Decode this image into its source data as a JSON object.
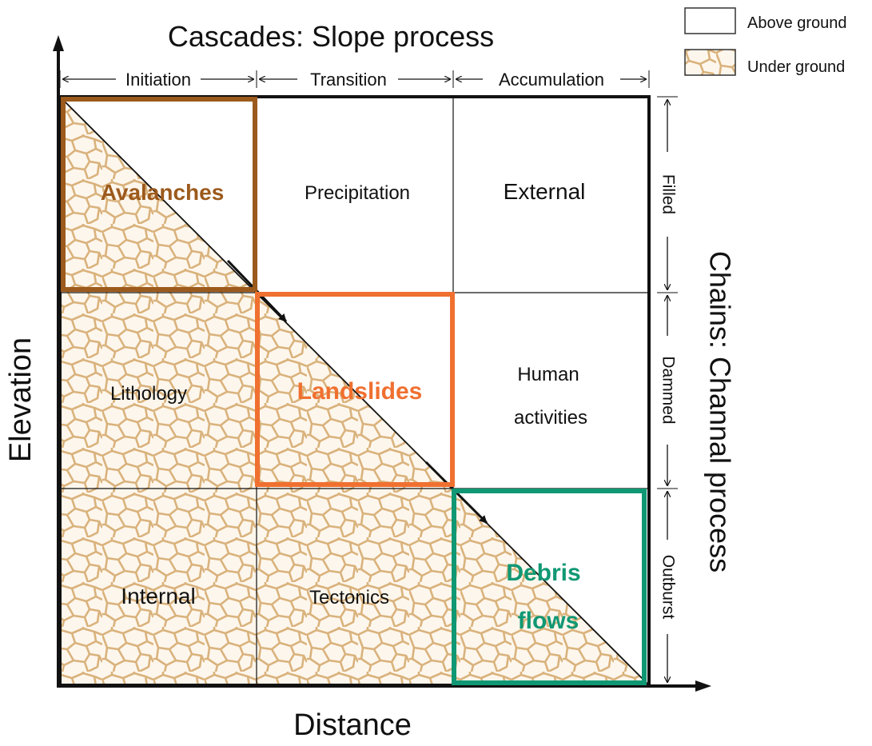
{
  "title": "Cascades: Slope process",
  "legend": {
    "above_ground": "Above ground",
    "under_ground": "Under ground"
  },
  "axes": {
    "x_label": "Distance",
    "y_label": "Elevation",
    "right_label": "Chains: Channal process"
  },
  "columns": [
    "Initiation",
    "Transition",
    "Accumulation"
  ],
  "rows": [
    "Filled",
    "Dammed",
    "Outburst"
  ],
  "cells": {
    "r0c1": "Precipitation",
    "r0c2": "External",
    "r1c0": "Lithology",
    "r1c2_line1": "Human",
    "r1c2_line2": "activities",
    "r2c0": "Internal",
    "r2c1": "Tectonics"
  },
  "hazards": {
    "avalanches": "Avalanches",
    "landslides": "Landslides",
    "debris_line1": "Debris",
    "debris_line2": "flows"
  },
  "colors": {
    "avalanches": "#9c5a1c",
    "landslides": "#f07030",
    "debris": "#109874",
    "underground_fill": "#fdf6ec",
    "underground_stroke": "#d9b27c"
  }
}
